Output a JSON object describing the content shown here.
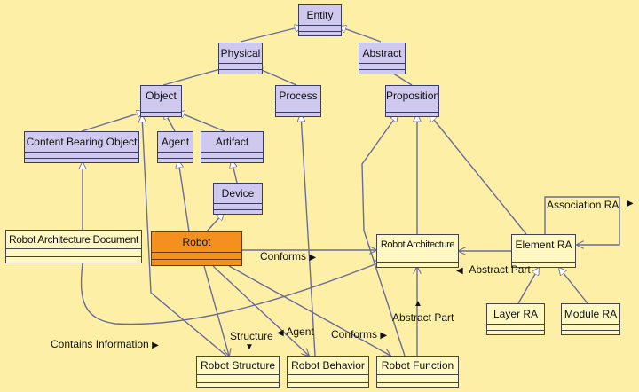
{
  "classes": {
    "entity": "Entity",
    "physical": "Physical",
    "abstract": "Abstract",
    "object": "Object",
    "process": "Process",
    "proposition": "Proposition",
    "content_bearing_object": "Content Bearing Object",
    "agent": "Agent",
    "artifact": "Artifact",
    "device": "Device",
    "robot": "Robot",
    "robot_architecture_document": "Robot Architecture Document",
    "robot_architecture": "Robot Architecture",
    "element_ra": "Element RA",
    "layer_ra": "Layer RA",
    "module_ra": "Module RA",
    "robot_structure": "Robot Structure",
    "robot_behavior": "Robot Behavior",
    "robot_function": "Robot Function"
  },
  "labels": {
    "conforms_robot": "Conforms",
    "association_ra": "Association RA",
    "abstract_part_element": "Abstract Part",
    "abstract_part_function": "Abstract Part",
    "contains_information": "Contains Information",
    "structure": "Structure",
    "agent": "Agent",
    "conforms_function": "Conforms"
  },
  "colors": {
    "upper_ontology_class": "#cfc9f0",
    "domain_class": "#fff8c2",
    "highlight_class": "#f5901f",
    "background": "#fdf0a6",
    "edge": "#6b6b9a"
  }
}
